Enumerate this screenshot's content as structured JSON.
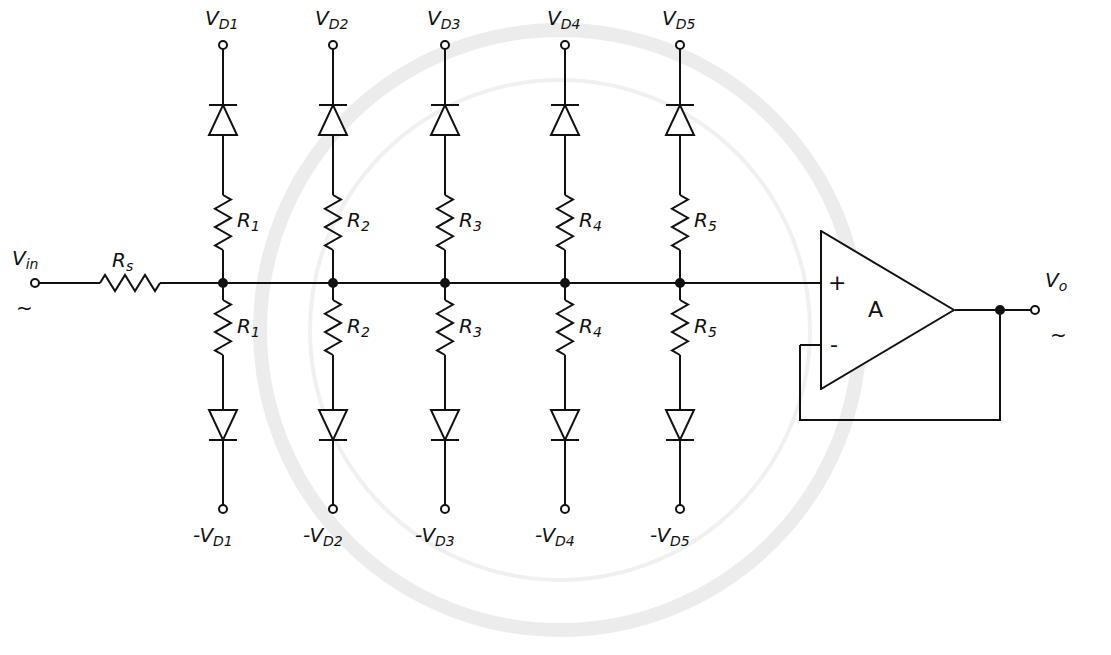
{
  "diagram": {
    "nodes": [
      {
        "text": [
          "+",
          "A",
          "-"
        ]
      }
    ],
    "labels": [
      "VD1",
      "VD2",
      "VD3",
      "VD4",
      "VD5",
      "R1",
      "R2",
      "R3",
      "R4",
      "R5",
      "R1",
      "R2",
      "R3",
      "R4",
      "R5",
      "-VD1",
      "-VD2",
      "-VD3",
      "-VD4",
      "-VD5",
      "Vin",
      "~",
      "Rs",
      "Vo",
      "~"
    ]
  }
}
